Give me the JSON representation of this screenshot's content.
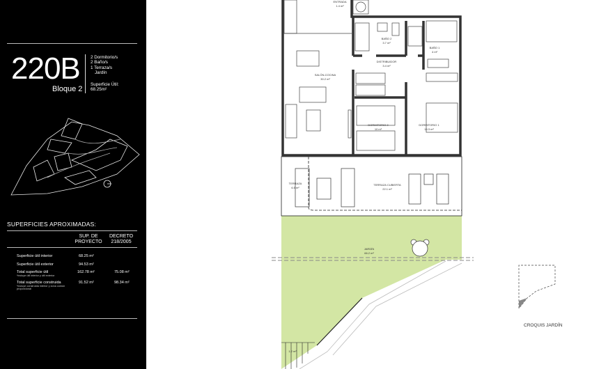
{
  "unit": {
    "code": "220B",
    "block": "Bloque 2",
    "features": [
      "2 Dormitorio/s",
      "2 Baño/s",
      "1 Terraza/s",
      "Jardín"
    ],
    "useful_area_label": "Superficie Útil:",
    "useful_area_value": "68.25m²"
  },
  "surfaces": {
    "title": "SUPERFICIES APROXIMADAS:",
    "col1": [
      "SUP. DE",
      "PROYECTO"
    ],
    "col2": [
      "DECRETO",
      "218/2005"
    ],
    "rows": [
      {
        "label": "Superficie útil interior",
        "note": "",
        "proyecto": "68.25 m²",
        "decreto": ""
      },
      {
        "label": "Superficie útil exterior",
        "note": "",
        "proyecto": "94.53 m²",
        "decreto": ""
      },
      {
        "label": "Total superficie útil",
        "note": "*incluye útil interior y útil exterior",
        "proyecto": "162.78 m²",
        "decreto": "75.08 m²"
      },
      {
        "label": "Total superficie construida",
        "note": "*incluye construida interior y zona común proporcional",
        "proyecto": "91.52 m²",
        "decreto": "98.34 m²"
      }
    ]
  },
  "rooms": [
    {
      "name": "ENTRADA",
      "area": "1.4 m²"
    },
    {
      "name": "BAÑO 2",
      "area": "3.7 m²"
    },
    {
      "name": "BAÑO 1",
      "area": "4 m²"
    },
    {
      "name": "DISTRIBUIDOR",
      "area": "3.4 m²"
    },
    {
      "name": "SALÓN-COCINA",
      "area": "30.2 m²"
    },
    {
      "name": "DORMITORIO 2",
      "area": "10 m²"
    },
    {
      "name": "DORMITORIO 1",
      "area": "14.3 m²"
    },
    {
      "name": "TERRAZA",
      "area": "6.5 m²"
    },
    {
      "name": "TERRAZA CUBIERTA",
      "area": "22.1 m²"
    },
    {
      "name": "JARDÍN",
      "area": "66.2 m²"
    }
  ],
  "small_area": "1.2 m²",
  "croquis_label": "CROQUIS JARDÍN",
  "colors": {
    "panel": "#000000",
    "garden": "#d3e6a4"
  }
}
